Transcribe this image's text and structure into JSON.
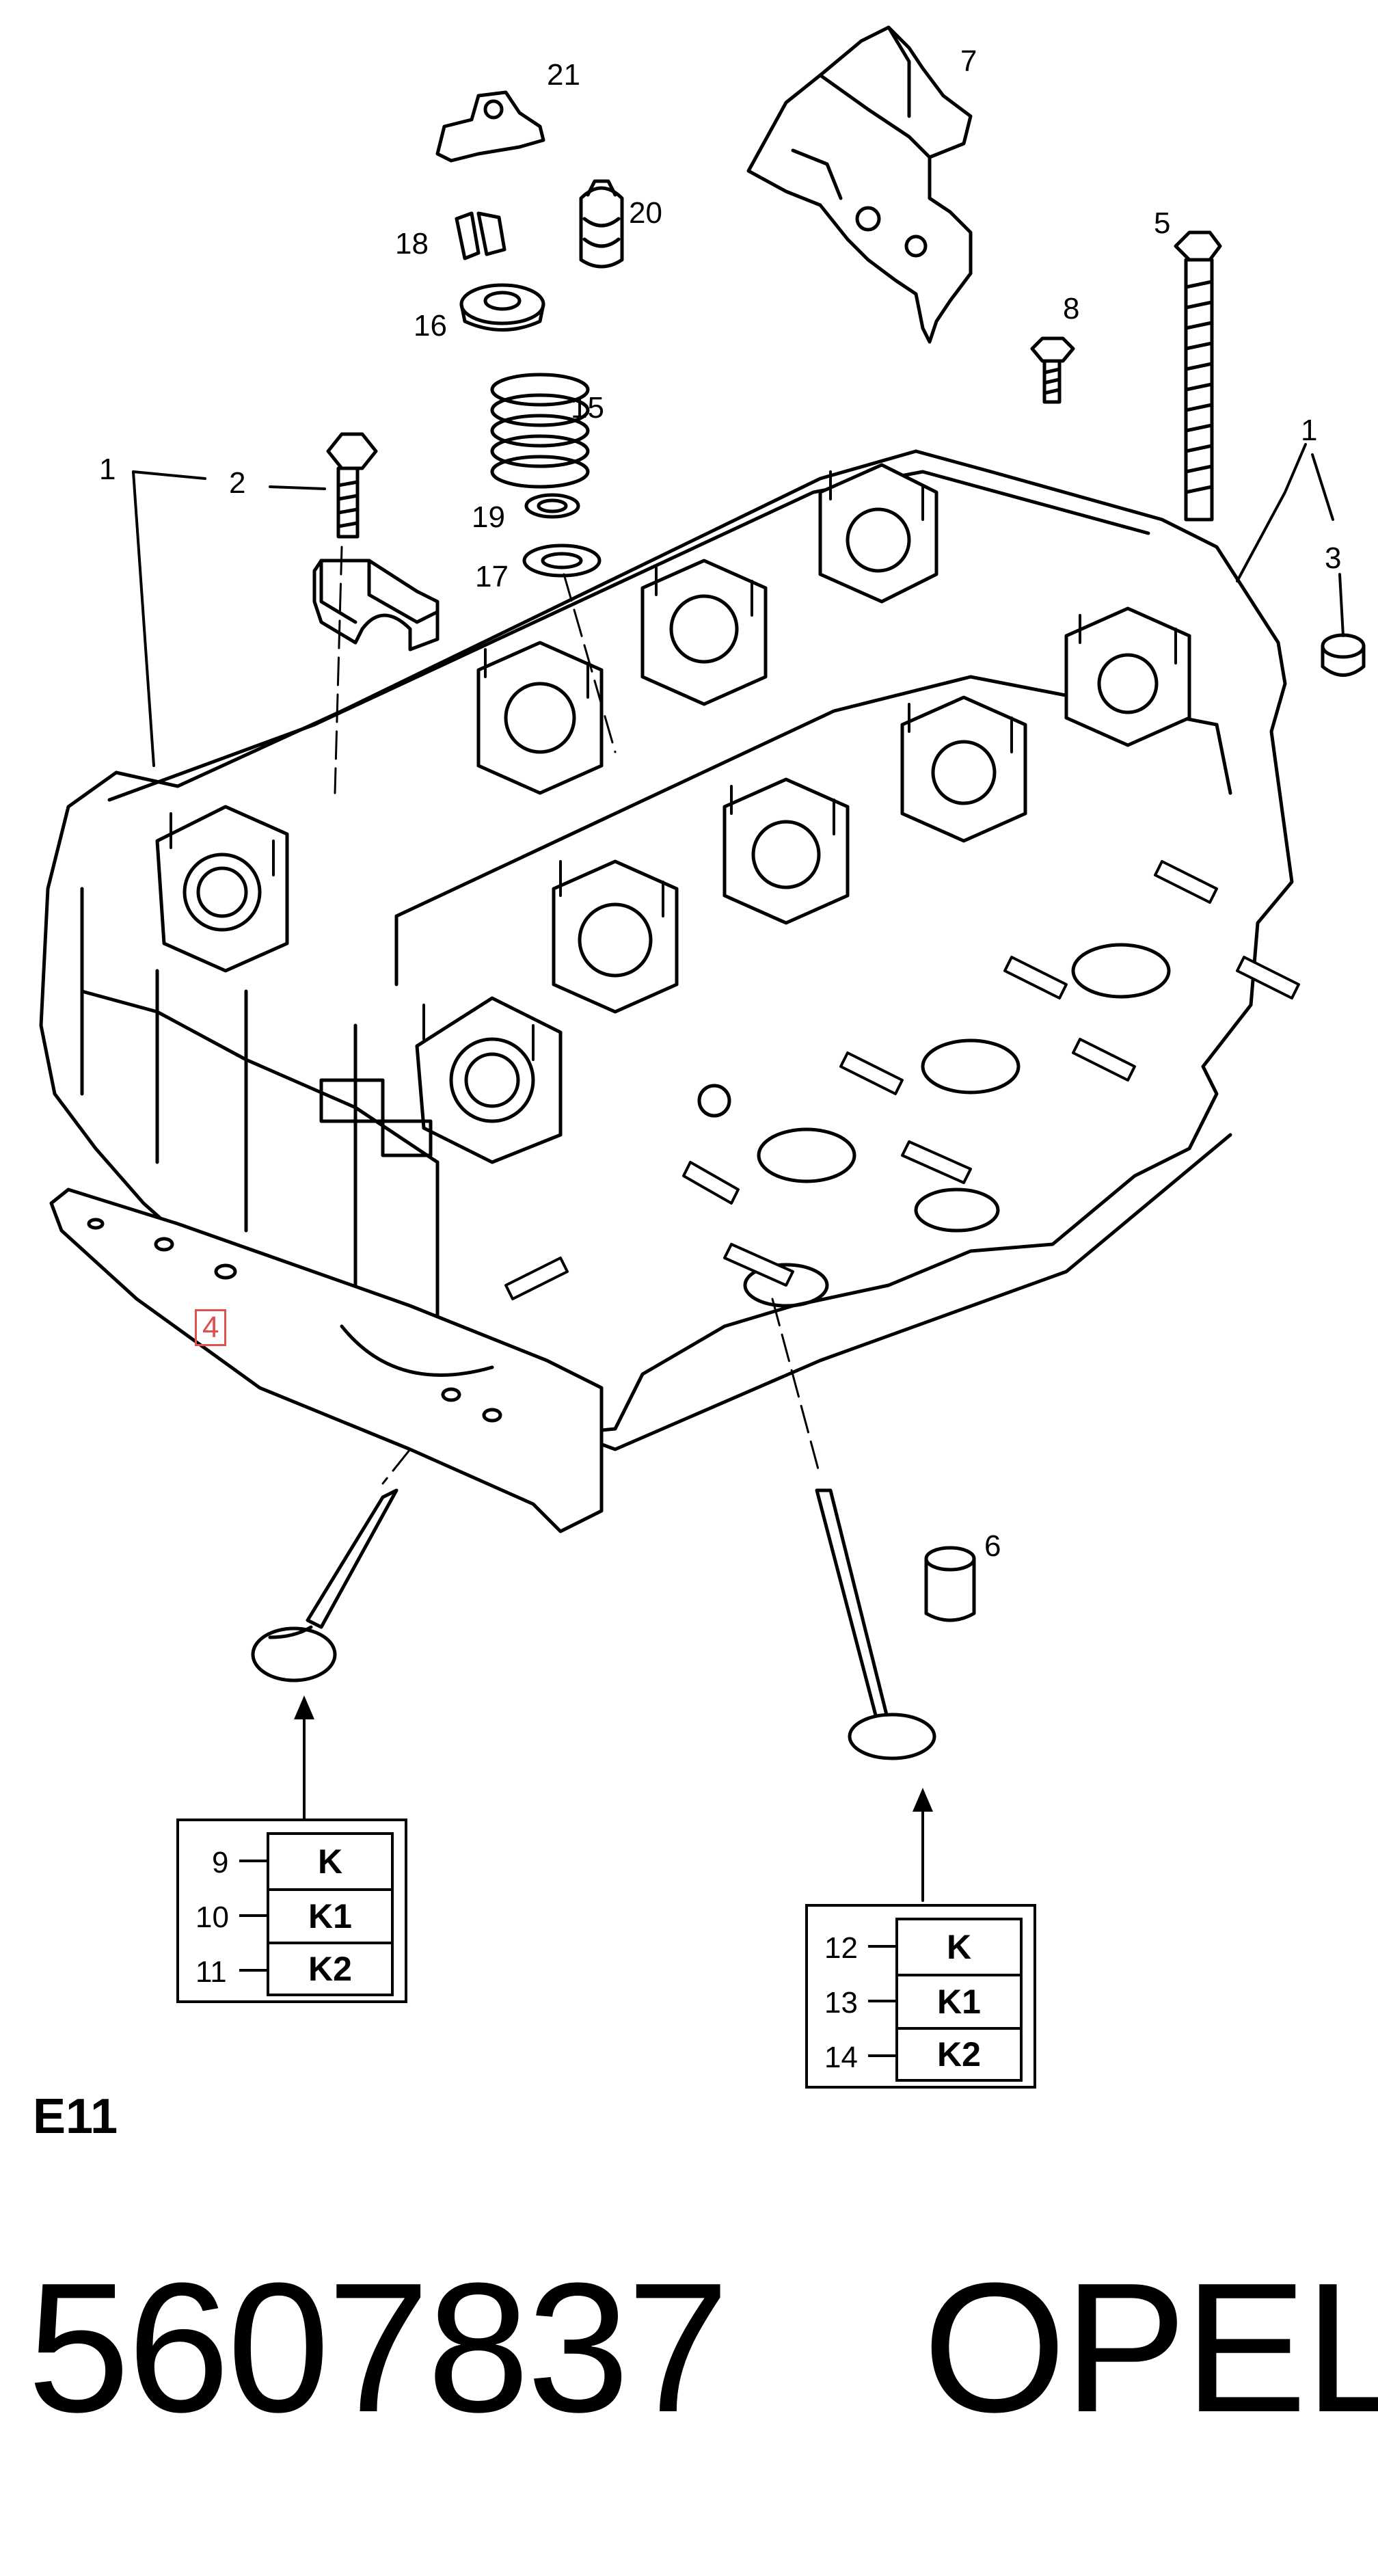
{
  "callouts": [
    {
      "id": "21",
      "label": "21"
    },
    {
      "id": "7",
      "label": "7"
    },
    {
      "id": "20",
      "label": "20"
    },
    {
      "id": "18",
      "label": "18"
    },
    {
      "id": "16",
      "label": "16"
    },
    {
      "id": "5",
      "label": "5"
    },
    {
      "id": "8",
      "label": "8"
    },
    {
      "id": "15",
      "label": "15"
    },
    {
      "id": "1a",
      "label": "1"
    },
    {
      "id": "2",
      "label": "2"
    },
    {
      "id": "1b",
      "label": "1"
    },
    {
      "id": "19",
      "label": "19"
    },
    {
      "id": "3",
      "label": "3"
    },
    {
      "id": "17",
      "label": "17"
    },
    {
      "id": "4",
      "label": "4"
    },
    {
      "id": "6",
      "label": "6"
    }
  ],
  "intake_valve_variants": [
    {
      "num": "9",
      "code": "K"
    },
    {
      "num": "10",
      "code": "K1"
    },
    {
      "num": "11",
      "code": "K2"
    }
  ],
  "exhaust_valve_variants": [
    {
      "num": "12",
      "code": "K"
    },
    {
      "num": "13",
      "code": "K1"
    },
    {
      "num": "14",
      "code": "K2"
    }
  ],
  "section_code": "E11",
  "part_number": "5607837",
  "brand": "OPEL",
  "colors": {
    "line": "#000000",
    "background": "#ffffff",
    "highlight": "#e05050"
  }
}
